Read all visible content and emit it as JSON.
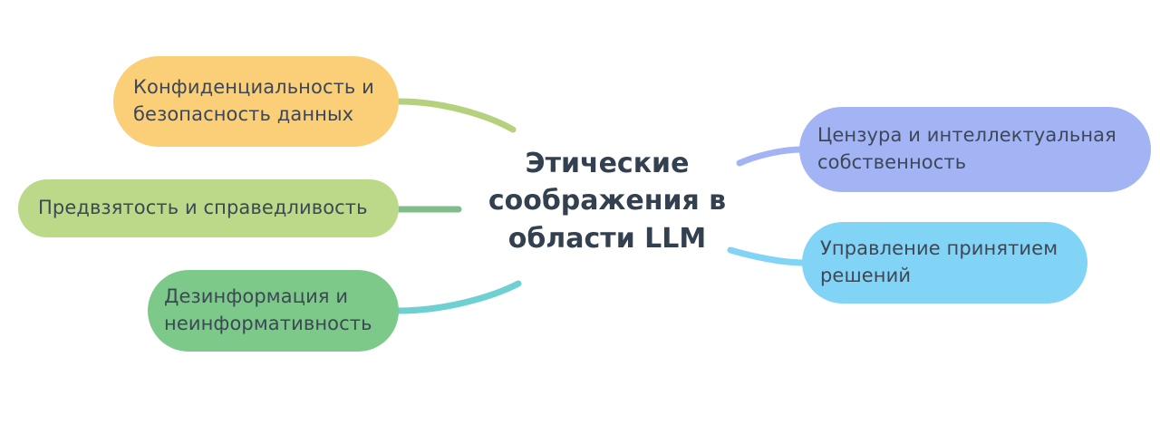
{
  "diagram": {
    "type": "mind-map",
    "background_color": "#ffffff",
    "central_topic": {
      "text": "Этические\nсоображения в\nобласти LLM",
      "text_color": "#33404f"
    },
    "branches": [
      {
        "id": "privacy",
        "label": "Конфиденциальность и\nбезопасность данных",
        "color": "#fbcf77",
        "connector_color": "#b5d17d",
        "side": "left"
      },
      {
        "id": "bias",
        "label": "Предвзятость и справедливость",
        "color": "#bcd989",
        "connector_color": "#7fbd8b",
        "side": "left"
      },
      {
        "id": "misinformation",
        "label": "Дезинформация и\nнеинформативность",
        "color": "#7dc98a",
        "connector_color": "#6fd0d2",
        "side": "left"
      },
      {
        "id": "censorship",
        "label": "Цензура и интеллектуальная\nсобственность",
        "color": "#a3b4f5",
        "connector_color": "#a3b4f5",
        "side": "right"
      },
      {
        "id": "decision",
        "label": "Управление принятием\nрешений",
        "color": "#81d4f5",
        "connector_color": "#81d4f5",
        "side": "right"
      }
    ]
  }
}
